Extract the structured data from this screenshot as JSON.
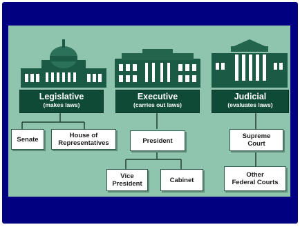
{
  "branches": [
    {
      "name": "Legislative",
      "role": "(makes laws)"
    },
    {
      "name": "Executive",
      "role": "(carries out laws)"
    },
    {
      "name": "Judicial",
      "role": "(evaluates laws)"
    }
  ],
  "legislative": {
    "senate": "Senate",
    "house": "House of\nRepresentatives"
  },
  "executive": {
    "president": "President",
    "vice_president": "Vice\nPresident",
    "cabinet": "Cabinet"
  },
  "judicial": {
    "supreme_court": "Supreme\nCourt",
    "other_courts": "Other\nFederal Courts"
  },
  "colors": {
    "background": "#8fc4ae",
    "banner": "#0f4a36",
    "frame": "#000080"
  }
}
